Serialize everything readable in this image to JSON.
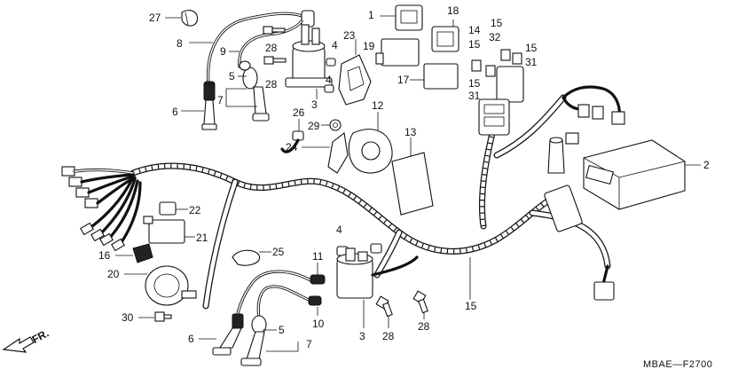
{
  "diagram_code": "MBAE—F2700",
  "direction_label": "FR.",
  "callouts": {
    "c1": "1",
    "c2": "2",
    "c3a": "3",
    "c3b": "3",
    "c4a": "4",
    "c4b": "4",
    "c4c": "4",
    "c5a": "5",
    "c5b": "5",
    "c6a": "6",
    "c6b": "6",
    "c7a": "7",
    "c7b": "7",
    "c8": "8",
    "c9": "9",
    "c10": "10",
    "c11": "11",
    "c12": "12",
    "c13": "13",
    "c14": "14",
    "c15a": "15",
    "c15b": "15",
    "c15c": "15",
    "c15d": "15",
    "c15e": "15",
    "c16": "16",
    "c17": "17",
    "c18": "18",
    "c19": "19",
    "c20": "20",
    "c21": "21",
    "c22": "22",
    "c23": "23",
    "c24": "24",
    "c25": "25",
    "c26": "26",
    "c27": "27",
    "c28a": "28",
    "c28b": "28",
    "c28c": "28",
    "c28d": "28",
    "c29": "29",
    "c30": "30",
    "c31a": "31",
    "c31b": "31",
    "c32": "32"
  }
}
